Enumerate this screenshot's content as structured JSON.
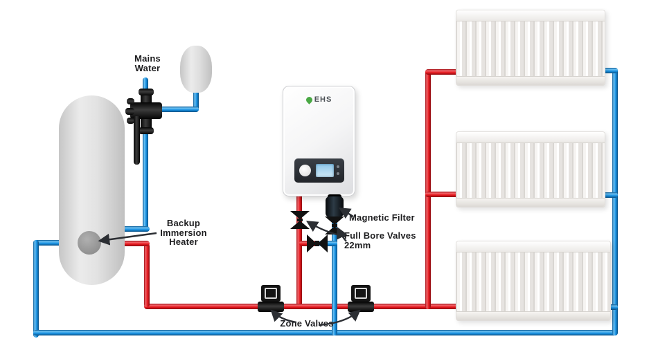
{
  "brand": {
    "boiler_logo_text": "EHS"
  },
  "labels": {
    "mains_water": [
      "Mains",
      "Water"
    ],
    "backup_immersion_heater": [
      "Backup",
      "Immersion",
      "Heater"
    ],
    "magnetic_filter": "Magnetic Filter",
    "full_bore_valves": [
      "Full Bore Valves",
      "22mm"
    ],
    "zone_valves": "Zone Valves"
  },
  "colors": {
    "flow": "#e7191f",
    "return": "#1791e3",
    "label_text": "#1d1d1f",
    "brand_green": "#4aa944",
    "component_black": "#141414",
    "cylinder_grey": "#d9d9d9"
  },
  "components": {
    "radiator_count": 3,
    "boiler": "wall-mounted electric boiler",
    "cylinder": "hot water cylinder",
    "expansion_vessel": "expansion vessel"
  }
}
